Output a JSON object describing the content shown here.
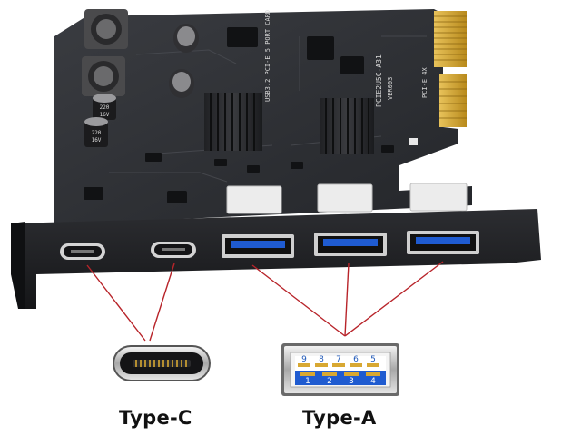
{
  "labels": {
    "type_c": "Type-C",
    "type_a": "Type-A"
  },
  "board_silkscreen": {
    "model": "PCIE2U5C-A31",
    "version": "VER003",
    "interface": "PCI-E 4X",
    "card_name": "USB3.2 PCI-E 5 PORT CARD"
  },
  "capacitor_marks": {
    "label_a": "220",
    "label_b": "16V"
  },
  "usb_a_pin_numbers": {
    "top_row": [
      "9",
      "8",
      "7",
      "6",
      "5"
    ],
    "bottom_row": [
      "1",
      "2",
      "3",
      "4"
    ]
  },
  "colors": {
    "pcb": "#2a2c30",
    "bracket": "#1e1f22",
    "usb_a_blue": "#1f5bd0",
    "callout_line": "#b8242a",
    "gold_finger": "#d4a326"
  },
  "port_counts": {
    "type_c": 2,
    "type_a": 3
  }
}
